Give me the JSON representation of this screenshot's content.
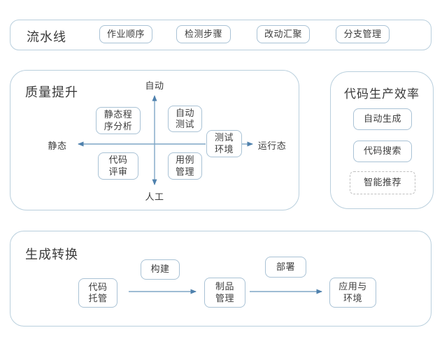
{
  "colors": {
    "panel_border": "#b9cfdd",
    "node_border": "#a9c2d5",
    "dashed_border": "#bfbfbf",
    "arrow": "#628fb7",
    "text": "#3c3c3c"
  },
  "pipeline": {
    "title": "流水线",
    "items": [
      "作业顺序",
      "检测步骤",
      "改动汇聚",
      "分支管理"
    ]
  },
  "quality": {
    "title": "质量提升",
    "axis": {
      "top": "自动",
      "bottom": "人工",
      "left": "静态",
      "right": "运行态"
    },
    "boxes": [
      {
        "label": "静态程\n序分析"
      },
      {
        "label": "自动\n测试"
      },
      {
        "label": "测试\n环境"
      },
      {
        "label": "代码\n评审"
      },
      {
        "label": "用例\n管理"
      }
    ]
  },
  "efficiency": {
    "title": "代码生产效率",
    "items": [
      "自动生成",
      "代码搜索",
      "智能推荐"
    ]
  },
  "transform": {
    "title": "生成转换",
    "nodes": [
      "代码\n托管",
      "构建",
      "制品\n管理",
      "部署",
      "应用与\n环境"
    ]
  }
}
